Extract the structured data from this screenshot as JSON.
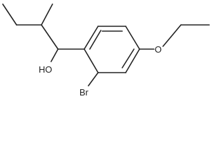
{
  "molecule": {
    "atom_labels": {
      "hydroxyl": "HO",
      "bromine": "Br",
      "ether_oxygen": "O"
    },
    "colors": {
      "bond": "#222222",
      "label": "#222222",
      "background": "#ffffff"
    }
  }
}
